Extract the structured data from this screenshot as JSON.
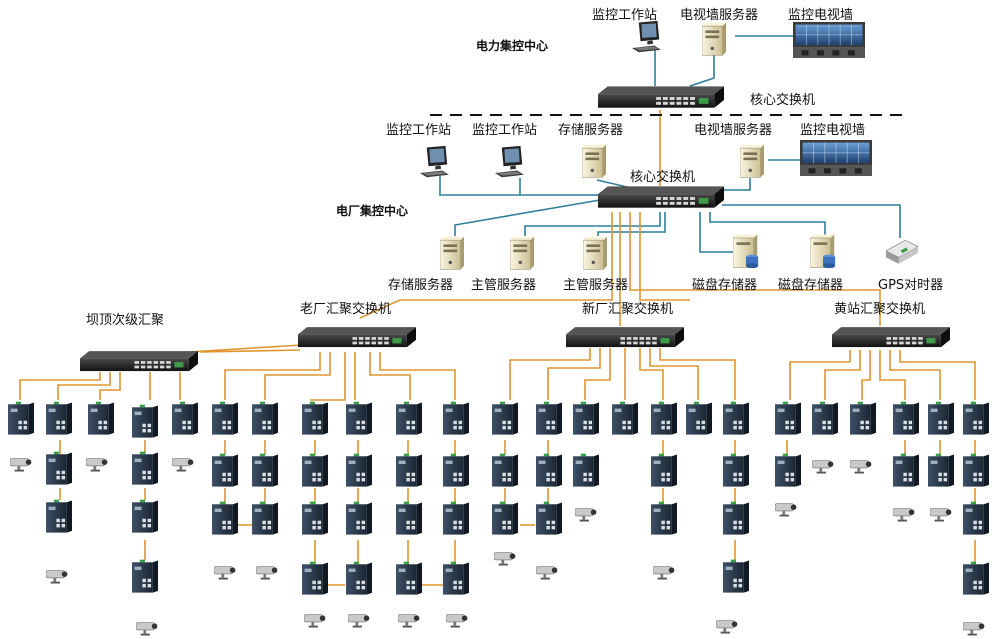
{
  "labels": {
    "power_center": "电力集控中心",
    "plant_center": "电厂集控中心",
    "top_monitor_ws": "监控工作站",
    "top_videowall_server": "电视墙服务器",
    "top_monitor_tv": "监控电视墙",
    "top_core_switch": "核心交换机",
    "mid_monitor_ws_1": "监控工作站",
    "mid_monitor_ws_2": "监控工作站",
    "mid_storage_server": "存储服务器",
    "mid_videowall_server": "电视墙服务器",
    "mid_monitor_tv": "监控电视墙",
    "mid_core_switch": "核心交换机",
    "storage_server": "存储服务器",
    "main_server_1": "主管服务器",
    "main_server_2": "主管服务器",
    "disk_storage_1": "磁盘存储器",
    "disk_storage_2": "磁盘存储器",
    "gps_clock": "GPS对时器",
    "dam_aggregation": "坝顶次级汇聚",
    "old_plant_switch": "老厂汇聚交换机",
    "new_plant_switch": "新厂汇聚交换机",
    "yellow_station_switch": "黄站汇聚交换机"
  },
  "colors": {
    "fiber": "#e0952e",
    "ethernet": "#2f7f9a",
    "switch_body": "#1e1e1e",
    "server_body": "#efe6c4",
    "node_body": "#2b3a4a"
  }
}
